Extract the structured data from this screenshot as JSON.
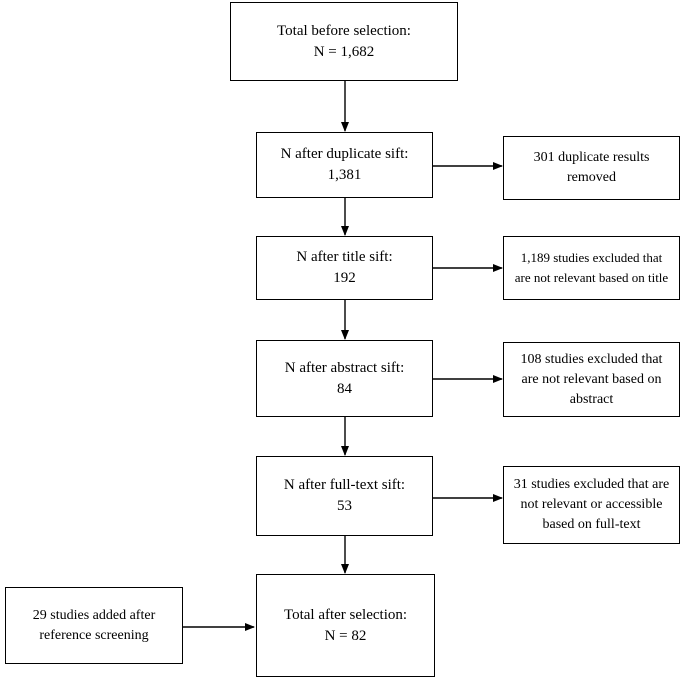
{
  "boxes": {
    "total_before": {
      "line1": "Total before selection:",
      "line2": "N = 1,682"
    },
    "duplicate": {
      "line1": "N after duplicate sift:",
      "line2": "1,381"
    },
    "title": {
      "line1": "N after title sift:",
      "line2": "192"
    },
    "abstract": {
      "line1": "N after abstract sift:",
      "line2": "84"
    },
    "fulltext": {
      "line1": "N after full-text sift:",
      "line2": "53"
    },
    "total_after": {
      "line1": "Total after selection:",
      "line2": "N = 82"
    }
  },
  "side_boxes": {
    "duplicates_removed": {
      "line1": "301 duplicate results",
      "line2": "removed"
    },
    "title_excluded": {
      "line1": "1,189 studies excluded that",
      "line2": "are not relevant based on title"
    },
    "abstract_excluded": {
      "line1": "108 studies excluded that",
      "line2": "are not relevant based on",
      "line3": "abstract"
    },
    "fulltext_excluded": {
      "line1": "31 studies excluded that are",
      "line2": "not relevant or accessible",
      "line3": "based on full-text"
    },
    "reference_added": {
      "line1": "29 studies added after",
      "line2": "reference screening"
    }
  }
}
